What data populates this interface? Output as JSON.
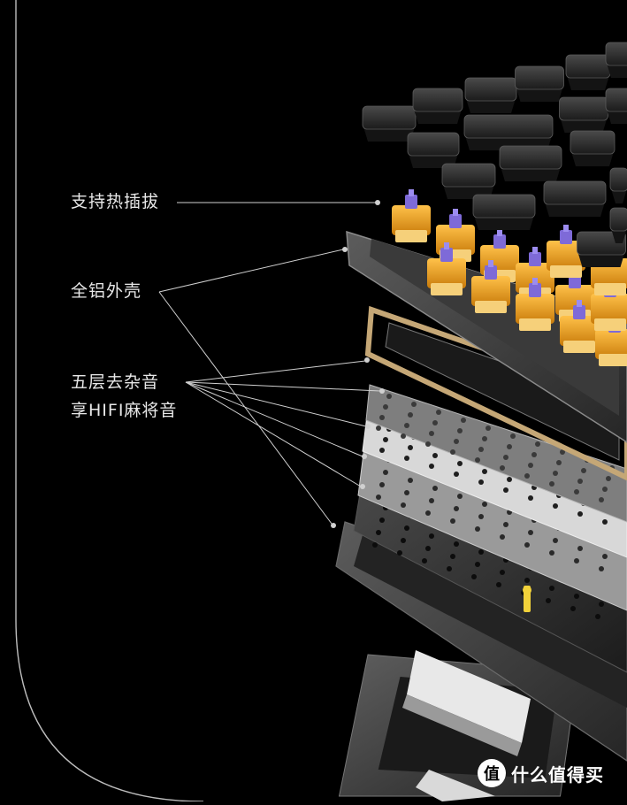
{
  "labels": {
    "hot_swap": "支持热插拔",
    "aluminum_shell": "全铝外壳",
    "sound_layers_line1": "五层去杂音",
    "sound_layers_line2": "享HIFI麻将音"
  },
  "watermark": {
    "badge": "值",
    "text": "什么值得买"
  },
  "colors": {
    "background": "#000000",
    "keycap": "#2a2a2a",
    "switch_housing": "#f2a91c",
    "switch_stem": "#7e6ad8",
    "plate": "#8d8d8d",
    "foam": "#3a3a3a",
    "stabilizer": "#f2d23a"
  }
}
